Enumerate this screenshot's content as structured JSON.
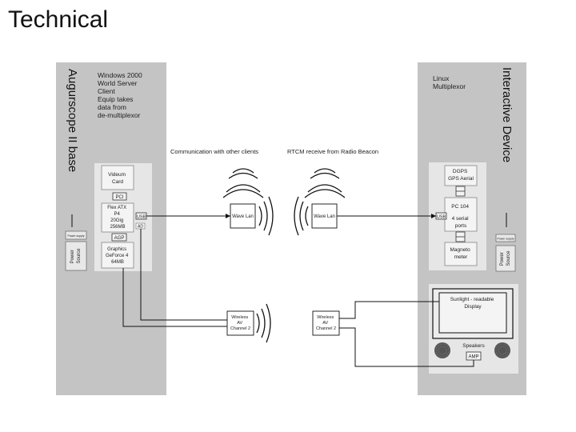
{
  "slide": {
    "title": "Technical"
  },
  "left_panel": {
    "title": "Augurscope II base",
    "description": [
      "Windows 2000",
      "World Server",
      "Client",
      "Equip takes",
      "data from",
      "de-multiplexor"
    ],
    "power": {
      "top": "Power supply",
      "main": [
        "Power",
        "Source"
      ]
    },
    "components": {
      "video_card": [
        "Videum",
        "Card"
      ],
      "pci": "PCI",
      "cpu": [
        "Flex ATX",
        "P4",
        "20Gig",
        "256MB"
      ],
      "usb": "USB",
      "ad": "AD",
      "agp": "AGP",
      "graphics": [
        "Graphics",
        "GeForce 4",
        "64MB"
      ]
    }
  },
  "right_panel": {
    "title": "Interactive Device",
    "description": [
      "Linux",
      "Multiplexor"
    ],
    "power": {
      "top": "Power supply",
      "main": [
        "Power",
        "Source"
      ]
    },
    "components": {
      "dgps": [
        "DGPS",
        "GPS Aerial"
      ],
      "pc104": [
        "PC 104",
        "4 serial",
        "ports"
      ],
      "usb": "USB",
      "magnetometer": [
        "Magneto",
        "meter"
      ],
      "display": [
        "Sunlight - readable",
        "Display"
      ],
      "speakers": "Speakers",
      "amp": "AMP"
    }
  },
  "middle": {
    "comm_label": "Communication with other clients",
    "rtcm_label": "RTCM receive from Radio Beacon",
    "wavelan_left": "Wave Lan",
    "wavelan_right": "Wave Lan",
    "wireless_left": [
      "Wireless",
      "AV",
      "Channel 2"
    ],
    "wireless_right": [
      "Wireless",
      "AV",
      "Channel 2"
    ]
  }
}
